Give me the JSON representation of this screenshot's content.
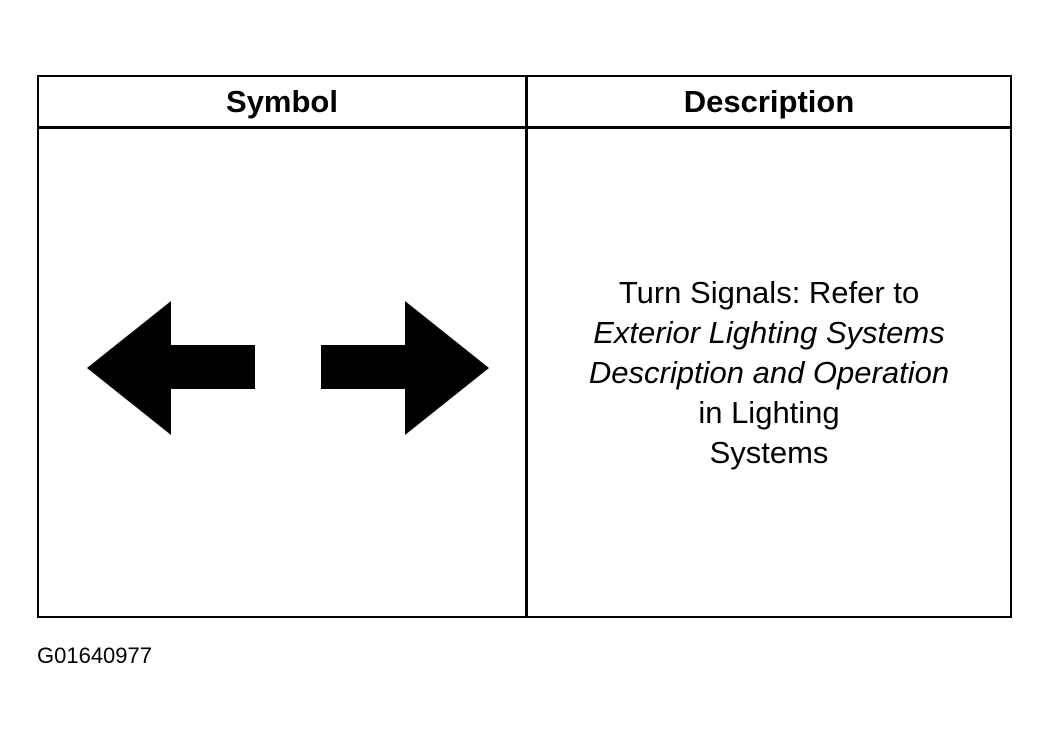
{
  "table": {
    "headers": {
      "symbol": "Symbol",
      "description": "Description"
    },
    "row": {
      "symbol_icon": "turn-signal-arrows-icon",
      "description_lines": [
        "Turn Signals: Refer to",
        "Exterior Lighting Systems",
        "Description and Operation",
        "in Lighting",
        "Systems"
      ]
    }
  },
  "figure_id": "G01640977"
}
